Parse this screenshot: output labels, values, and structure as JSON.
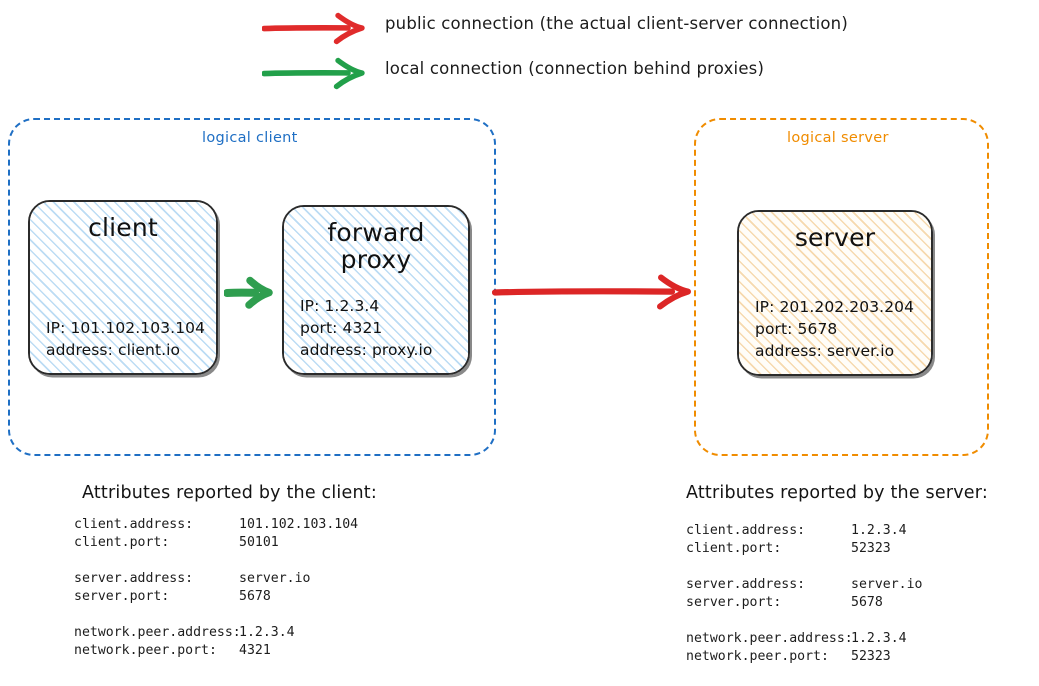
{
  "legend": [
    {
      "icon": "red-arrow-icon",
      "color": "#e02b2b",
      "label": "public connection (the actual client-server connection)"
    },
    {
      "icon": "green-arrow-icon",
      "color": "#22a04a",
      "label": "local connection (connection behind proxies)"
    }
  ],
  "logical_client": {
    "label": "logical client",
    "color": "#1f6fc4",
    "nodes": {
      "client": {
        "title": "client",
        "lines": [
          "IP: 101.102.103.104",
          "address: client.io"
        ]
      },
      "forward_proxy": {
        "title_line_1": "forward",
        "title_line_2": "proxy",
        "lines": [
          "IP: 1.2.3.4",
          "port: 4321",
          "address: proxy.io"
        ]
      }
    }
  },
  "logical_server": {
    "label": "logical server",
    "color": "#f08c00",
    "nodes": {
      "server": {
        "title": "server",
        "lines": [
          "IP: 201.202.203.204",
          "port: 5678",
          "address: server.io"
        ]
      }
    }
  },
  "arrows": {
    "client_to_proxy": {
      "icon": "green-arrow-icon",
      "color": "#22a04a"
    },
    "proxy_to_server": {
      "icon": "red-arrow-icon",
      "color": "#e02b2b"
    }
  },
  "client_attributes": {
    "heading": "Attributes reported by the client:",
    "groups": [
      [
        {
          "key": "client.address:",
          "value": "101.102.103.104"
        },
        {
          "key": "client.port:",
          "value": "50101"
        }
      ],
      [
        {
          "key": "server.address:",
          "value": "server.io"
        },
        {
          "key": "server.port:",
          "value": "5678"
        }
      ],
      [
        {
          "key": "network.peer.address:",
          "value": "1.2.3.4"
        },
        {
          "key": "network.peer.port:",
          "value": "4321"
        }
      ]
    ]
  },
  "server_attributes": {
    "heading": "Attributes reported by the server:",
    "groups": [
      [
        {
          "key": "client.address:",
          "value": "1.2.3.4"
        },
        {
          "key": "client.port:",
          "value": "52323"
        }
      ],
      [
        {
          "key": "server.address:",
          "value": "server.io"
        },
        {
          "key": "server.port:",
          "value": "5678"
        }
      ],
      [
        {
          "key": "network.peer.address:",
          "value": "1.2.3.4"
        },
        {
          "key": "network.peer.port:",
          "value": "52323"
        }
      ]
    ]
  }
}
